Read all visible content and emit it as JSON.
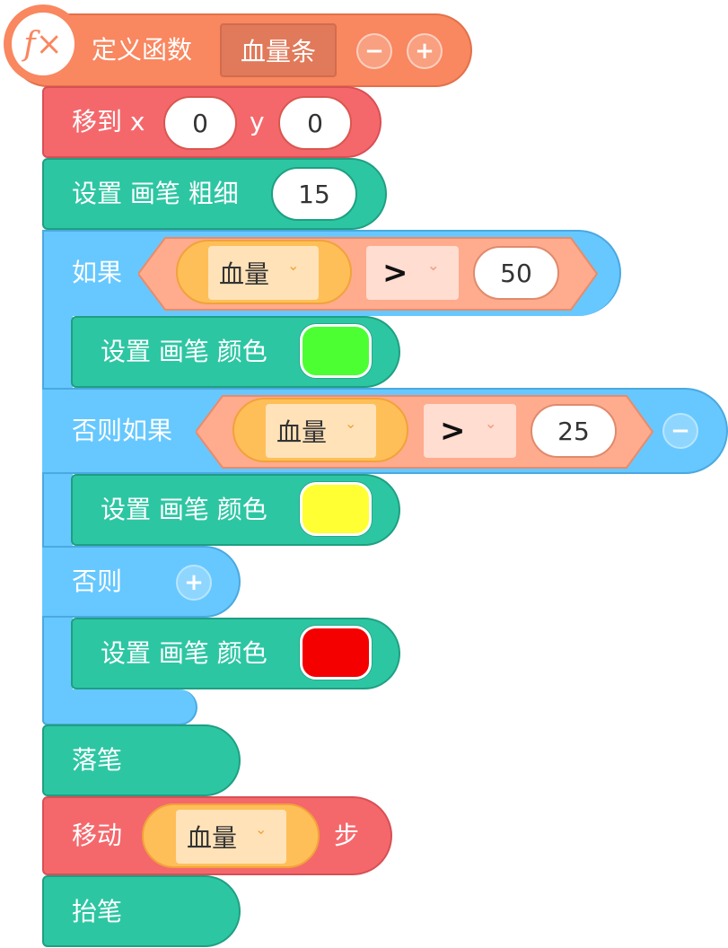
{
  "define_block": {
    "icon": "function-fx-icon",
    "fx_glyph": "f×",
    "label": "定义函数",
    "function_name": "血量条",
    "minus": "−",
    "plus": "+"
  },
  "moveto_block": {
    "label": "移到 x",
    "x_value": "0",
    "y_label": "y",
    "y_value": "0"
  },
  "pen_size_block": {
    "label": "设置 画笔 粗细",
    "value": "15"
  },
  "if_block": {
    "if_label": "如果",
    "if_var": "血量",
    "if_op": ">",
    "if_value": "50",
    "set_color_label_1": "设置 画笔 颜色",
    "color_1": "#4cff33",
    "elseif_label": "否则如果",
    "elseif_var": "血量",
    "elseif_op": ">",
    "elseif_value": "25",
    "elseif_minus": "−",
    "set_color_label_2": "设置 画笔 颜色",
    "color_2": "#ffff33",
    "else_label": "否则",
    "else_plus": "+",
    "set_color_label_3": "设置 画笔 颜色",
    "color_3": "#f50000"
  },
  "pen_down_block": {
    "label": "落笔"
  },
  "move_block": {
    "label": "移动",
    "var": "血量",
    "suffix": "步"
  },
  "pen_up_block": {
    "label": "抬笔"
  },
  "chevron_glyph": "⌄"
}
